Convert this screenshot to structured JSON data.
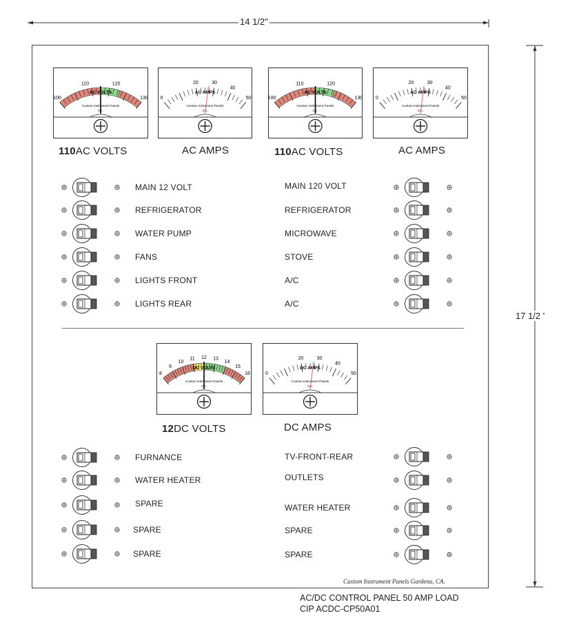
{
  "dimensions": {
    "width_label": "14 1/2\"",
    "height_label": "17 1/2 '"
  },
  "meters": {
    "ac_volts_1": {
      "scale": [
        "100",
        "110",
        "120",
        "130"
      ],
      "face_title": "AC VOLTS",
      "maker": "Custom Instrument Panels",
      "maker_sub": "CA.",
      "caption_num": "110",
      "caption_text": "AC VOLTS"
    },
    "ac_amps_1": {
      "scale": [
        "0",
        "20",
        "30",
        "40",
        "50"
      ],
      "face_title": "AC AMPS",
      "maker": "Custom Instrument Panels",
      "maker_sub": "CA.",
      "caption": "AC AMPS"
    },
    "ac_volts_2": {
      "scale": [
        "100",
        "110",
        "120",
        "130"
      ],
      "face_title": "AC VOLTS",
      "maker": "Custom Instrument Panels",
      "maker_sub": "CA.",
      "caption_num": "110",
      "caption_text": "AC VOLTS"
    },
    "ac_amps_2": {
      "scale": [
        "0",
        "20",
        "30",
        "40",
        "50"
      ],
      "face_title": "AC AMPS",
      "maker": "Custom Instrument Panels",
      "maker_sub": "CA.",
      "caption": "AC AMPS"
    },
    "dc_volts": {
      "scale": [
        "8",
        "9",
        "10",
        "11",
        "12",
        "13",
        "14",
        "15",
        "16"
      ],
      "face_title": "DC VOLTS",
      "maker": "Custom Instrument Panels",
      "maker_sub": "CA.",
      "caption_num": "12",
      "caption_text": "DC VOLTS"
    },
    "dc_amps": {
      "scale": [
        "0",
        "20",
        "30",
        "40",
        "50"
      ],
      "face_title": "DC AMPS",
      "maker": "Custom Instrument Panels",
      "maker_sub": "CA.",
      "caption": "DC AMPS"
    }
  },
  "switches": {
    "left_upper": [
      "MAIN 12 VOLT",
      "REFRIGERATOR",
      "WATER PUMP",
      "FANS",
      "LIGHTS FRONT",
      "LIGHTS REAR"
    ],
    "right_upper": [
      "MAIN 120 VOLT",
      "REFRIGERATOR",
      "MICROWAVE",
      "STOVE",
      "A/C",
      "A/C"
    ],
    "left_lower": [
      "FURNANCE",
      "WATER HEATER",
      "SPARE",
      "SPARE",
      "SPARE"
    ],
    "right_lower": [
      "TV-FRONT-REAR",
      "OUTLETS",
      "WATER HEATER",
      "SPARE",
      "SPARE"
    ]
  },
  "footer": {
    "maker_line": "Custom Instrument Panels   Gardena, CA.",
    "title_line": "AC/DC CONTROL PANEL 50 AMP LOAD",
    "part_line": "CIP ACDC-CP50A01"
  },
  "colors": {
    "red_band": "#e0857a",
    "green_band": "#8fd68a",
    "yellow_band": "#f1ea72",
    "needle": "#000000",
    "amp_needle": "#d04040"
  }
}
